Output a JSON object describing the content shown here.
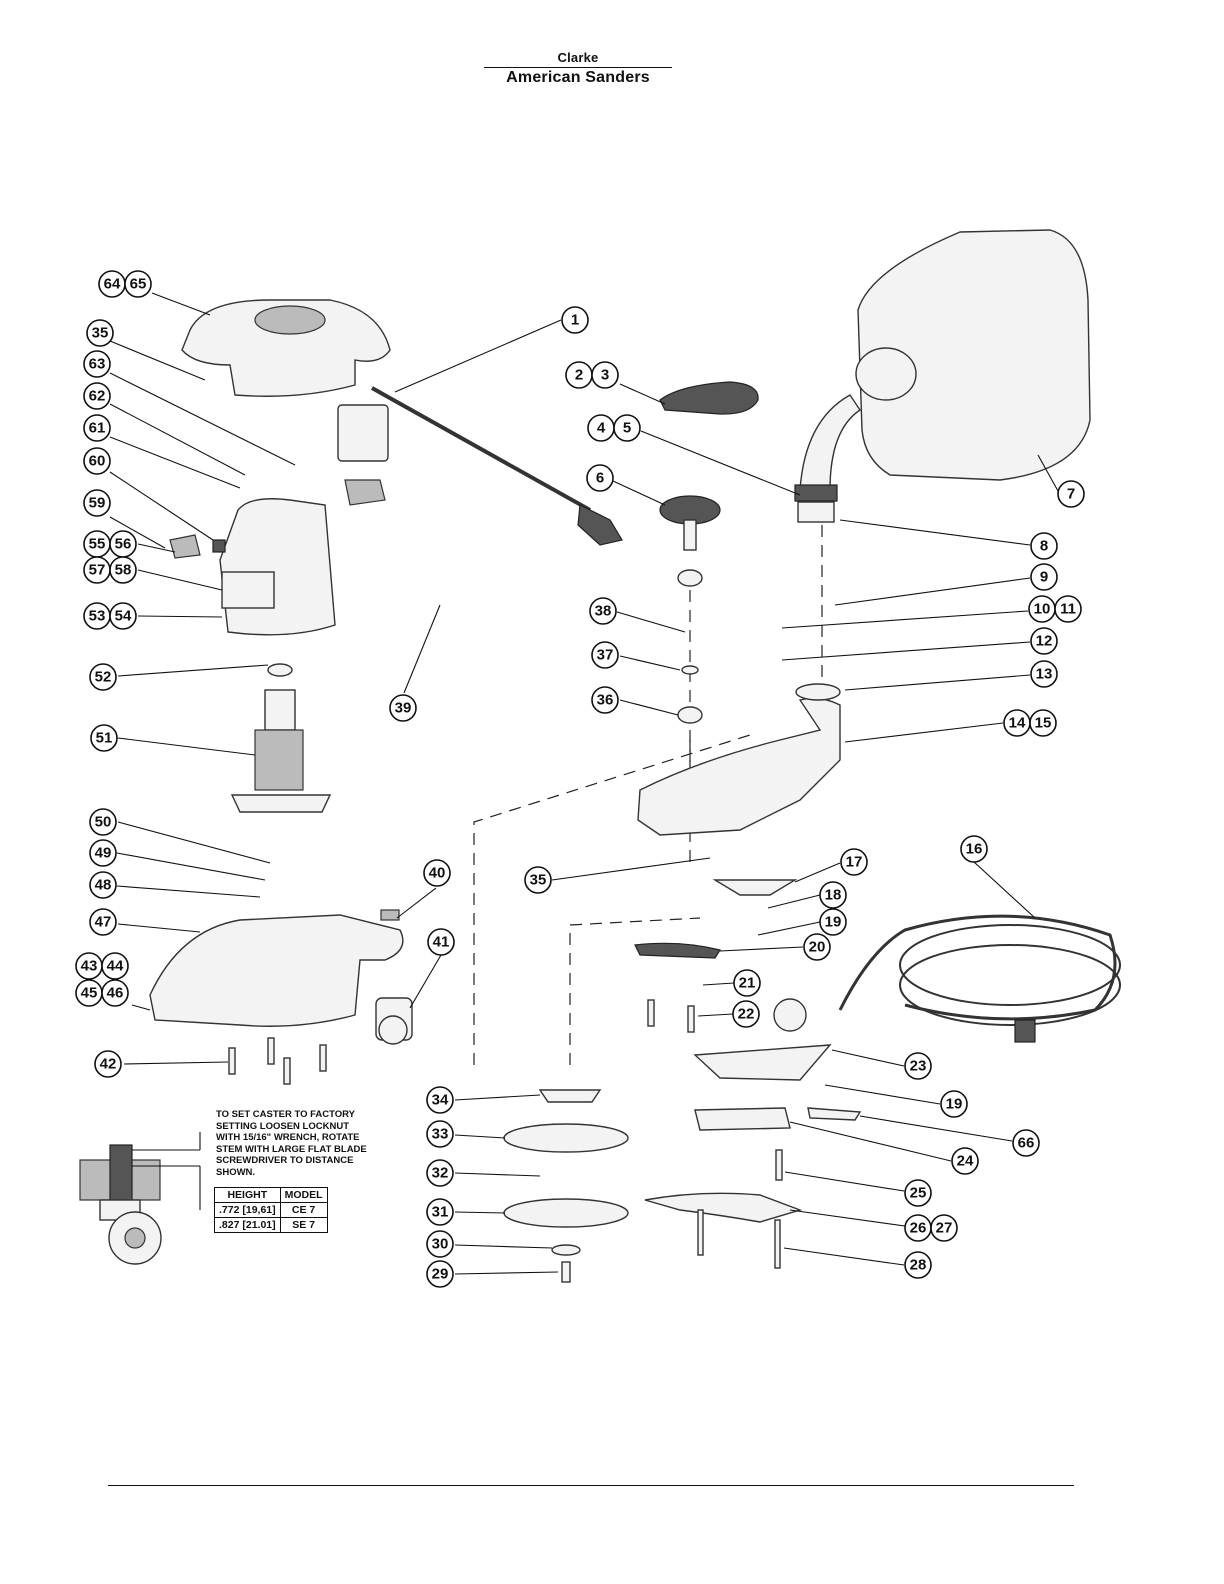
{
  "brand": {
    "top": "Clarke",
    "bottom": "American Sanders"
  },
  "callouts": [
    "1",
    "2",
    "3",
    "4",
    "5",
    "6",
    "7",
    "8",
    "9",
    "10",
    "11",
    "12",
    "13",
    "14",
    "15",
    "16",
    "17",
    "18",
    "19",
    "19",
    "20",
    "21",
    "22",
    "23",
    "24",
    "25",
    "26",
    "27",
    "28",
    "29",
    "30",
    "31",
    "32",
    "33",
    "34",
    "35",
    "35",
    "36",
    "37",
    "38",
    "39",
    "40",
    "41",
    "42",
    "43",
    "44",
    "45",
    "46",
    "47",
    "48",
    "49",
    "50",
    "51",
    "52",
    "53",
    "54",
    "55",
    "56",
    "57",
    "58",
    "59",
    "60",
    "61",
    "62",
    "63",
    "64",
    "65",
    "66"
  ],
  "note_lines": [
    "TO SET CASTER TO FACTORY",
    "SETTING LOOSEN LOCKNUT",
    "WITH 15/16\" WRENCH, ROTATE",
    "STEM WITH LARGE FLAT BLADE",
    "SCREWDRIVER TO DISTANCE",
    "SHOWN."
  ],
  "caster_table": {
    "headers": [
      "HEIGHT",
      "MODEL"
    ],
    "rows": [
      [
        ".772 [19,61]",
        "CE 7"
      ],
      [
        ".827 [21.01]",
        "SE 7"
      ]
    ]
  }
}
